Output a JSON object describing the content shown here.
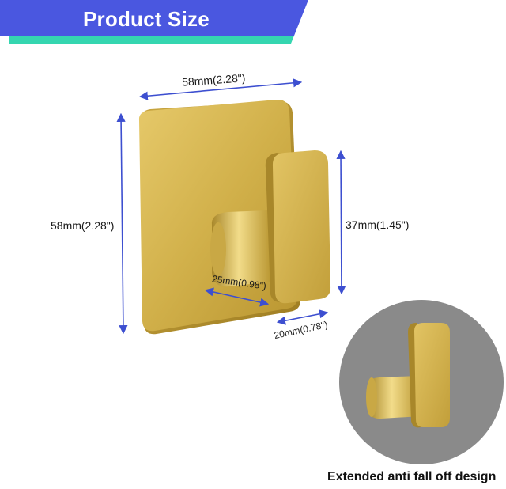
{
  "banner": {
    "title": "Product Size",
    "color": "#4a57e0",
    "accent_color": "#35d6b0"
  },
  "dimensions": {
    "top_width": "58mm(2.28\")",
    "left_height": "58mm(2.28\")",
    "hook_height": "37mm(1.45\")",
    "hook_depth": "25mm(0.98\")",
    "hook_width": "20mm(0.78\")",
    "arrow_color": "#3d4fd0"
  },
  "product": {
    "material_color": "#d4b34a",
    "name": "brushed gold adhesive hook"
  },
  "inset": {
    "background_color": "#8a8a8a",
    "caption": "Extended anti fall off design"
  }
}
